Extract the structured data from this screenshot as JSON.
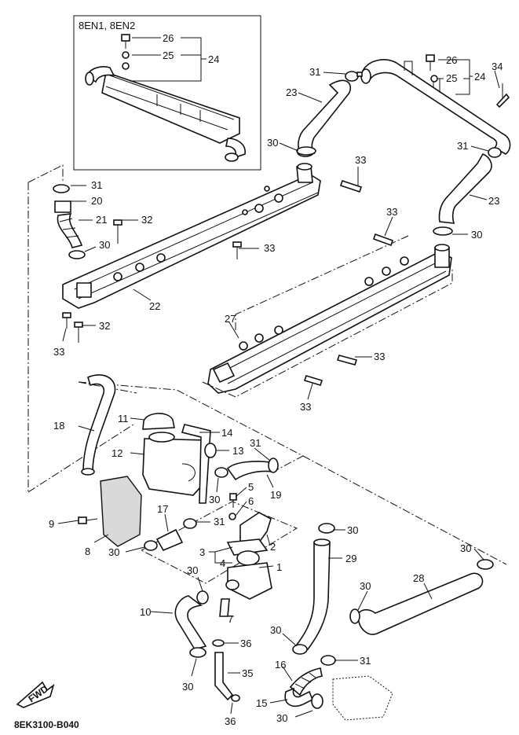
{
  "inset": {
    "models": "8EN1, 8EN2"
  },
  "diagram_code": "8EK3100-B040",
  "fwd_label": "FWD",
  "callouts": [
    {
      "id": "c26a",
      "text": "26"
    },
    {
      "id": "c25a",
      "text": "25"
    },
    {
      "id": "c24a",
      "text": "24"
    },
    {
      "id": "c31a",
      "text": "31"
    },
    {
      "id": "c23a",
      "text": "23"
    },
    {
      "id": "c26b",
      "text": "26"
    },
    {
      "id": "c25b",
      "text": "25"
    },
    {
      "id": "c24b",
      "text": "24"
    },
    {
      "id": "c34",
      "text": "34"
    },
    {
      "id": "c30a",
      "text": "30"
    },
    {
      "id": "c33a",
      "text": "33"
    },
    {
      "id": "c31b",
      "text": "31"
    },
    {
      "id": "c23b",
      "text": "23"
    },
    {
      "id": "c31c",
      "text": "31"
    },
    {
      "id": "c20",
      "text": "20"
    },
    {
      "id": "c21",
      "text": "21"
    },
    {
      "id": "c32a",
      "text": "32"
    },
    {
      "id": "c30b",
      "text": "30"
    },
    {
      "id": "c33b",
      "text": "33"
    },
    {
      "id": "c33c",
      "text": "33"
    },
    {
      "id": "c30c",
      "text": "30"
    },
    {
      "id": "c22",
      "text": "22"
    },
    {
      "id": "c32b",
      "text": "32"
    },
    {
      "id": "c33d",
      "text": "33"
    },
    {
      "id": "c27",
      "text": "27"
    },
    {
      "id": "c33e",
      "text": "33"
    },
    {
      "id": "c33f",
      "text": "33"
    },
    {
      "id": "c11",
      "text": "11"
    },
    {
      "id": "c18",
      "text": "18"
    },
    {
      "id": "c14",
      "text": "14"
    },
    {
      "id": "c12",
      "text": "12"
    },
    {
      "id": "c13",
      "text": "13"
    },
    {
      "id": "c31d",
      "text": "31"
    },
    {
      "id": "c30d",
      "text": "30"
    },
    {
      "id": "c19",
      "text": "19"
    },
    {
      "id": "c5",
      "text": "5"
    },
    {
      "id": "c6",
      "text": "6"
    },
    {
      "id": "c9",
      "text": "9"
    },
    {
      "id": "c17",
      "text": "17"
    },
    {
      "id": "c31e",
      "text": "31"
    },
    {
      "id": "c8",
      "text": "8"
    },
    {
      "id": "c30e",
      "text": "30"
    },
    {
      "id": "c2",
      "text": "2"
    },
    {
      "id": "c3",
      "text": "3"
    },
    {
      "id": "c4",
      "text": "4"
    },
    {
      "id": "c1",
      "text": "1"
    },
    {
      "id": "c30f",
      "text": "30"
    },
    {
      "id": "c29",
      "text": "29"
    },
    {
      "id": "c30g",
      "text": "30"
    },
    {
      "id": "c30h",
      "text": "30"
    },
    {
      "id": "c28",
      "text": "28"
    },
    {
      "id": "c7",
      "text": "7"
    },
    {
      "id": "c10",
      "text": "10"
    },
    {
      "id": "c30i",
      "text": "30"
    },
    {
      "id": "c36a",
      "text": "36"
    },
    {
      "id": "c30j",
      "text": "30"
    },
    {
      "id": "c31f",
      "text": "31"
    },
    {
      "id": "c16",
      "text": "16"
    },
    {
      "id": "c30k",
      "text": "30"
    },
    {
      "id": "c35",
      "text": "35"
    },
    {
      "id": "c15",
      "text": "15"
    },
    {
      "id": "c30l",
      "text": "30"
    },
    {
      "id": "c36b",
      "text": "36"
    }
  ]
}
